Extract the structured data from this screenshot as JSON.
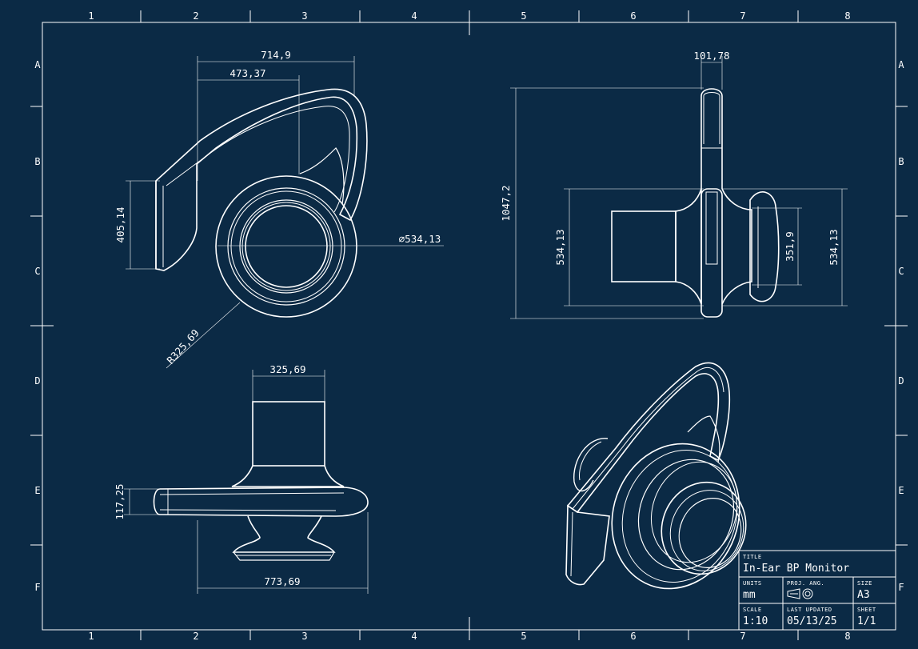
{
  "colors": {
    "background": "#0b2a45",
    "line": "#ffffff"
  },
  "grid": {
    "columns": [
      "1",
      "2",
      "3",
      "4",
      "5",
      "6",
      "7",
      "8"
    ],
    "rows": [
      "A",
      "B",
      "C",
      "D",
      "E",
      "F"
    ]
  },
  "dimensions": {
    "front": {
      "overall_width": "714,9",
      "hook_width": "473,37",
      "height": "405,14",
      "diameter": "⌀534,13",
      "radius": "R325,69"
    },
    "side": {
      "tip_width": "101,78",
      "overall_height": "1047,2",
      "body_height": "534,13",
      "cap_height": "351,9",
      "cap_outer_height": "534,13"
    },
    "top": {
      "stem_width": "325,69",
      "arm_thickness": "117,25",
      "overall_width": "773,69"
    }
  },
  "title_block": {
    "title_label": "TITLE",
    "title": "In-Ear BP Monitor",
    "units_label": "UNITS",
    "units": "mm",
    "projection_label": "PROJ. ANG.",
    "size_label": "SIZE",
    "size": "A3",
    "scale_label": "SCALE",
    "scale": "1:10",
    "updated_label": "LAST UPDATED",
    "updated": "05/13/25",
    "sheet_label": "SHEET",
    "sheet": "1/1"
  }
}
